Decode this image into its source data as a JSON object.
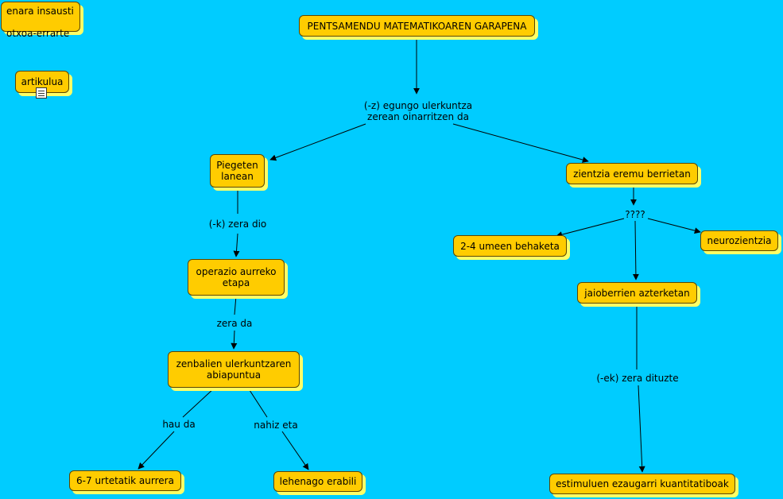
{
  "author": {
    "line1": "enara insausti",
    "line2": "otxoa-errarte"
  },
  "resource": {
    "label": "artikulua",
    "icon": "document-icon"
  },
  "concepts": {
    "root": "PENTSAMENDU MATEMATIKOAREN GARAPENA",
    "piaget": "Piegeten\nlanean",
    "preop": "operazio aurreko\netapa",
    "number": "zenbalien ulerkuntzaren\nabiapuntua",
    "age67": "6-7 urtetatik aurrera",
    "earlier": "lehenago erabili",
    "newfields": "zientzia eremu berrietan",
    "observe": "2-4 umeen behaketa",
    "neuro": "neurozientzia",
    "newborn": "jaioberrien azterketan",
    "stimuli": "estimuluen ezaugarri kuantitatiboak"
  },
  "phrases": {
    "basis": "(-z) egungo ulerkuntza\nzerean oinarritzen da",
    "says": "(-k) zera dio",
    "is": "zera da",
    "thatis": "hau da",
    "although": "nahiz eta",
    "unknown": "????",
    "have": "(-ek) zera dituzte"
  },
  "colors": {
    "background": "#00ccff",
    "node_fill": "#ffcc00",
    "node_shadow": "#ffff66",
    "line": "#000000"
  }
}
